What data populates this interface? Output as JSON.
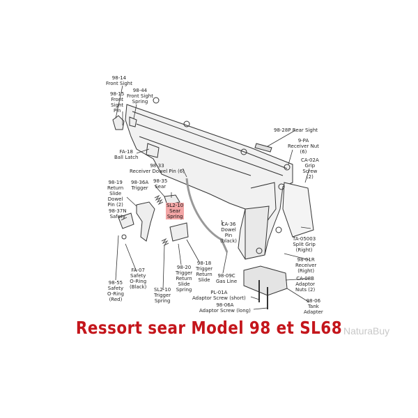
{
  "labels": {
    "p98_14": "98-14\nFront Sight",
    "p98_15": "98-15\nFront\nSight\nPin",
    "p98_44": "98-44\nFront Sight\nSpring",
    "p98_28p": "98-28P Rear Sight",
    "p9_pa": "9-PA\nReceiver Nut\n(6)",
    "fa18": "FA-18\nBall Latch",
    "p98_33": "98-33\nReceiver Dowel Pin (6)",
    "ca02a": "CA-02A\nGrip\nScrew\n(2)",
    "p98_19": "98-19\nReturn\nSlide\nDowel\nPin (2)",
    "p98_36a": "98-36A\nTrigger",
    "p98_35": "98-35\nSear",
    "sl2_10_hl": "SL2-10\nSear\nSpring",
    "p98_37n": "98-37N\nSafety",
    "ca36": "CA-36\nDowel\nPin\n(black)",
    "ta05003": "TA-05003\nSplit Grip\n(Right)",
    "p98_01r": "98-01R\nReceiver\n(Right)",
    "ca08b": "CA-08B\nAdaptor\nNuts (2)",
    "fa07": "FA-07\nSafety\nO-Ring\n(Black)",
    "p98_20": "98-20\nTrigger\nReturn\nSlide\nSpring",
    "p98_18": "98-18\nTrigger\nReturn\nSlide",
    "p98_09c": "98-09C\nGas Line",
    "p98_55": "98-55\nSafety\nO-Ring\n(Red)",
    "sl2_10": "SL2-10\nTrigger\nSpring",
    "pl01a": "PL-01A\nAdaptor Screw (short)",
    "p98_06a": "98-06A\nAdaptor Screw (long)",
    "p98_06": "98-06\nTank\nAdapter"
  },
  "caption": "Ressort sear Model 98 et SL68",
  "watermark": "NaturaBuy",
  "colors": {
    "caption": "#c4161c",
    "highlight": "#f3a6a6",
    "line": "#333333",
    "watermark": "#c8c8c8"
  }
}
